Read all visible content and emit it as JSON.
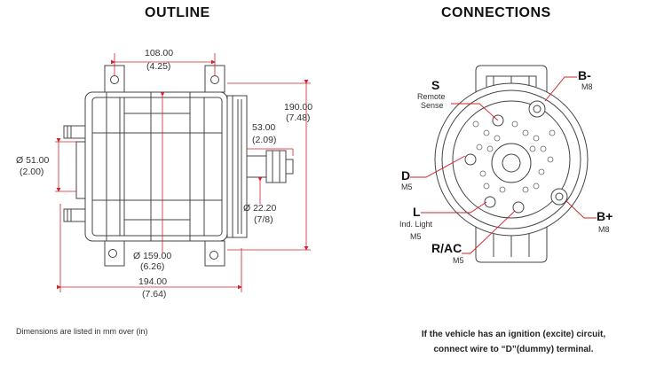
{
  "outline": {
    "title": "OUTLINE",
    "dims": {
      "top_mm": "108.00",
      "top_in": "(4.25)",
      "right_mm": "190.00",
      "right_in": "(7.48)",
      "shaft_len_mm": "53.00",
      "shaft_len_in": "(2.09)",
      "left_mm": "Ø 51.00",
      "left_in": "(2.00)",
      "shaft_dia_mm": "Ø 22.20",
      "shaft_dia_in": "(7/8)",
      "body_dia_mm": "Ø 159.00",
      "body_dia_in": "(6.26)",
      "bottom_mm": "194.00",
      "bottom_in": "(7.64)"
    },
    "note": "Dimensions are listed in mm over (in)"
  },
  "connections": {
    "title": "CONNECTIONS",
    "terminals": {
      "s_name": "S",
      "s_desc1": "Remote",
      "s_desc2": "Sense",
      "bminus_name": "B-",
      "bminus_size": "M8",
      "d_name": "D",
      "d_size": "M5",
      "l_name": "L",
      "l_desc": "Ind. Light",
      "l_size": "M5",
      "bplus_name": "B+",
      "bplus_size": "M8",
      "rac_name": "R/AC",
      "rac_size": "M5"
    },
    "note_line1": "If the vehicle has an ignition (excite) circuit,",
    "note_line2": "connect wire to “D”(dummy) terminal."
  },
  "colors": {
    "leader": "#d0232a",
    "line": "#444444",
    "dim_line": "#d0232a"
  }
}
